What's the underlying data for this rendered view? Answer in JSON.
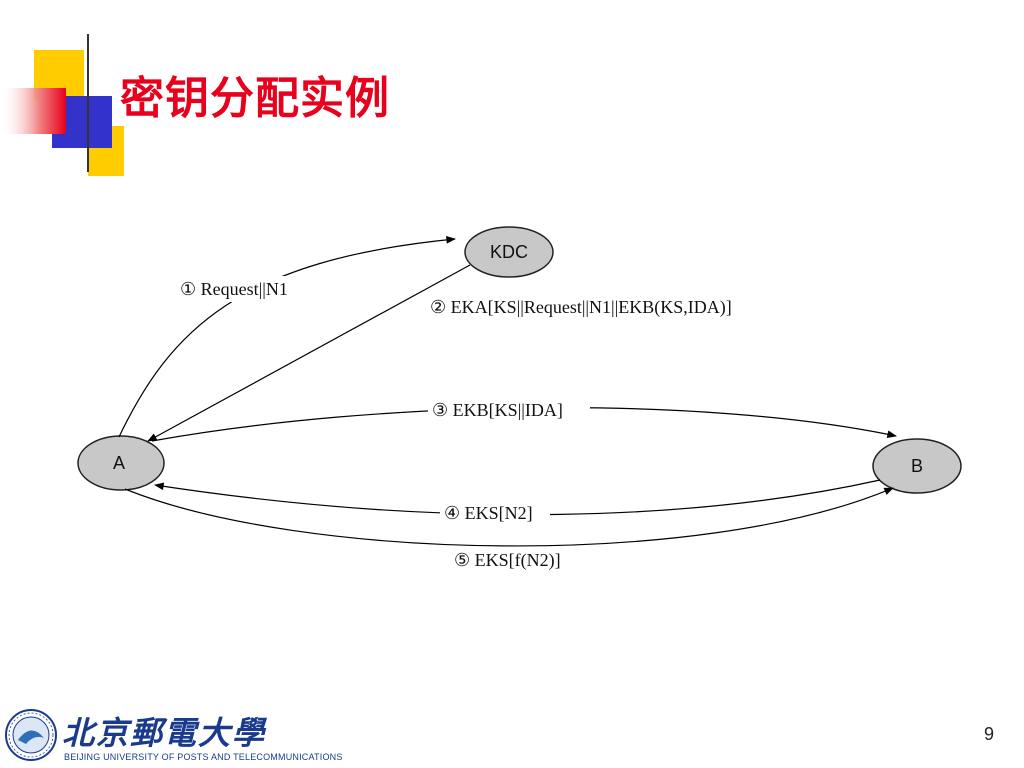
{
  "slide": {
    "title": "密钥分配实例",
    "page_number": "9"
  },
  "diagram": {
    "nodes": {
      "kdc": "KDC",
      "a": "A",
      "b": "B"
    },
    "messages": {
      "m1": "① Request||N1",
      "m2": "② EKA[KS||Request||N1||EKB(KS,IDA)]",
      "m3": "③ EKB[KS||IDA]",
      "m4": "④ EKS[N2]",
      "m5": "⑤ EKS[f(N2)]"
    }
  },
  "footer": {
    "school_cn": "北京郵電大學",
    "school_en": "BEIJING UNIVERSITY OF POSTS AND TELECOMMUNICATIONS"
  },
  "colors": {
    "title": "#e8001c",
    "node_fill": "#c8c8c8",
    "deco_yellow": "#ffcc00",
    "deco_blue": "#3333cc",
    "deco_red": "#e8001c"
  }
}
